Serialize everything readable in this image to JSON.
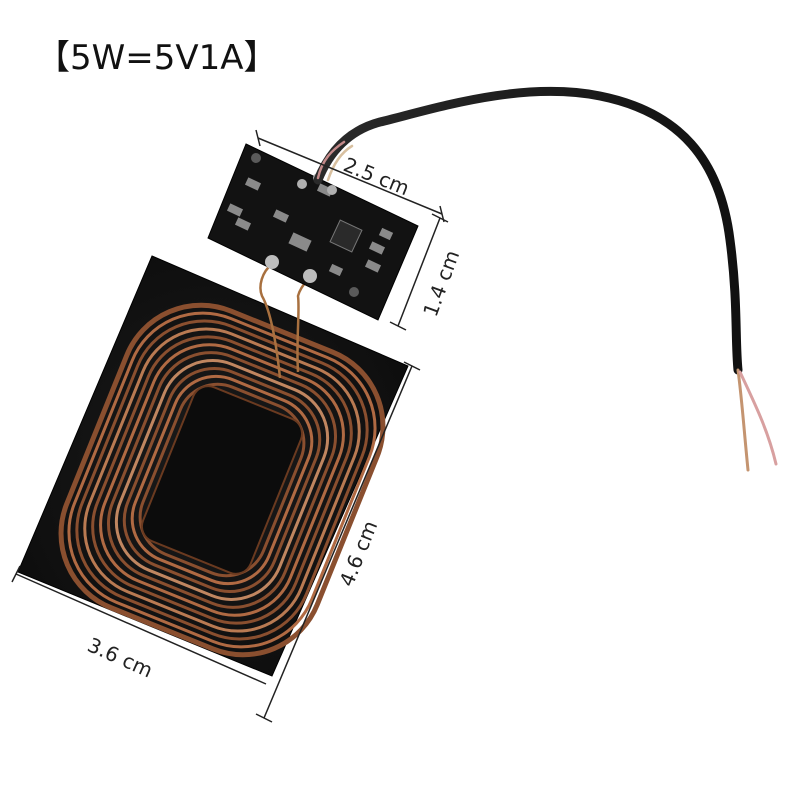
{
  "title": "【5W=5V1A】",
  "dimensions": {
    "pcb_width": "2.5 cm",
    "pcb_height": "1.4 cm",
    "coil_height": "4.6 cm",
    "coil_width": "3.6 cm"
  }
}
